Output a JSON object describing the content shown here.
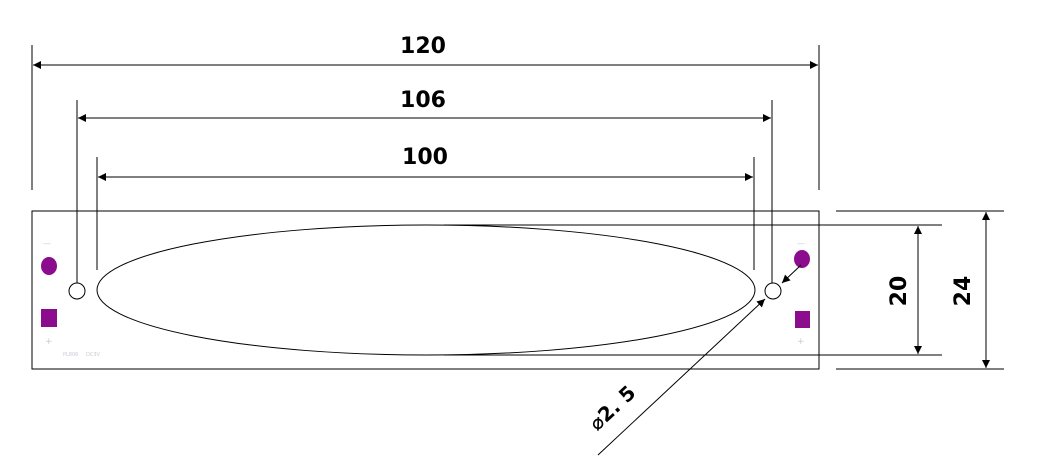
{
  "dimensions": {
    "overall_length": "120",
    "hole_spacing": "106",
    "lens_length": "100",
    "lens_width": "20",
    "board_width": "24",
    "hole_diameter": "⌀2. 5"
  },
  "board_markings": {
    "left_top_minus": "—",
    "left_bottom_plus": "+",
    "right_top_minus": "—",
    "right_bottom_plus": "+",
    "label_left": "PL806",
    "label_right": "DC3V"
  },
  "colors": {
    "pad": "#8b0c8c",
    "line": "#000000",
    "marking": "#c9c9d6"
  }
}
